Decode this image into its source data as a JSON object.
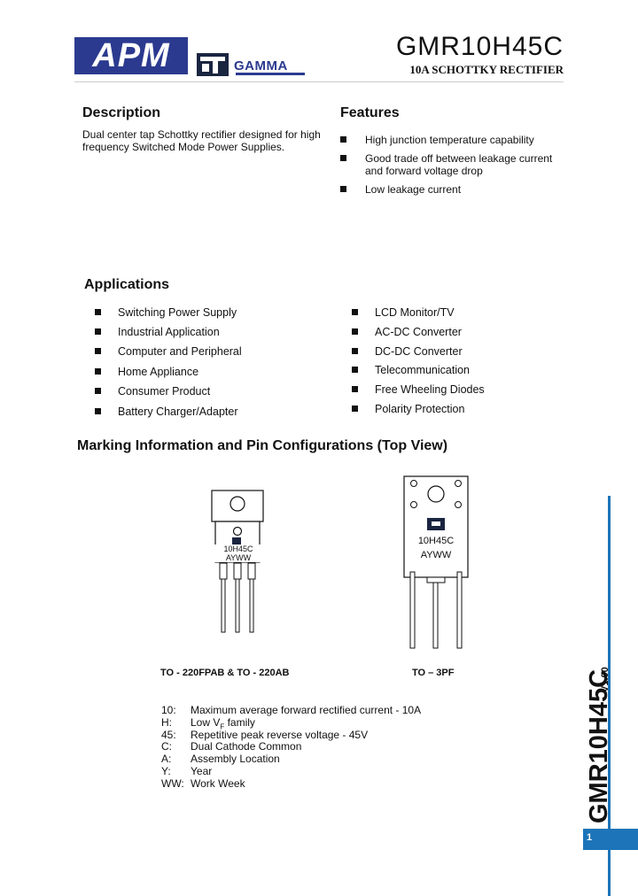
{
  "header": {
    "logo_text": "APM",
    "gamma_text": "GAMMA",
    "part_number": "GMR10H45C",
    "subtitle": "10A SCHOTTKY RECTIFIER"
  },
  "description": {
    "heading": "Description",
    "text_line1": "Dual center tap Schottky rectifier designed for high",
    "text_line2": "frequency Switched Mode Power Supplies."
  },
  "features": {
    "heading": "Features",
    "items": [
      {
        "line1": "High junction temperature capability",
        "line2": ""
      },
      {
        "line1": "Good trade off between leakage current",
        "line2": "and forward voltage drop"
      },
      {
        "line1": "Low leakage current",
        "line2": ""
      }
    ]
  },
  "applications": {
    "heading": "Applications",
    "left": [
      "Switching Power Supply",
      "Industrial Application",
      "Computer and Peripheral",
      "Home Appliance",
      "Consumer Product",
      "Battery Charger/Adapter"
    ],
    "right": [
      "LCD Monitor/TV",
      "AC-DC Converter",
      "DC-DC Converter",
      "Telecommunication",
      "Free Wheeling Diodes",
      "Polarity Protection"
    ]
  },
  "marking": {
    "heading": "Marking Information and Pin Configurations (Top View)",
    "pkg1": {
      "code": "10H45C",
      "date": "AYWW",
      "caption": "TO - 220FPAB & TO - 220AB"
    },
    "pkg2": {
      "code": "10H45C",
      "date": "AYWW",
      "caption": "TO – 3PF"
    }
  },
  "legend": [
    {
      "key": "10:",
      "value": "Maximum average forward rectified current - 10A"
    },
    {
      "key": "H:",
      "value": "Low V",
      "sub": "F",
      "suffix": " family"
    },
    {
      "key": "45:",
      "value": "Repetitive peak reverse voltage - 45V"
    },
    {
      "key": "C:",
      "value": "Dual Cathode Common"
    },
    {
      "key": "A:",
      "value": "Assembly Location"
    },
    {
      "key": "Y:",
      "value": "Year"
    },
    {
      "key": "WW:",
      "value": "Work Week"
    }
  ],
  "side": {
    "vertical_title": "GMR10H45C",
    "version": "V1.00",
    "page_number": "1"
  },
  "colors": {
    "brand_blue": "#2b3a8f",
    "accent_blue": "#1d74b8"
  }
}
